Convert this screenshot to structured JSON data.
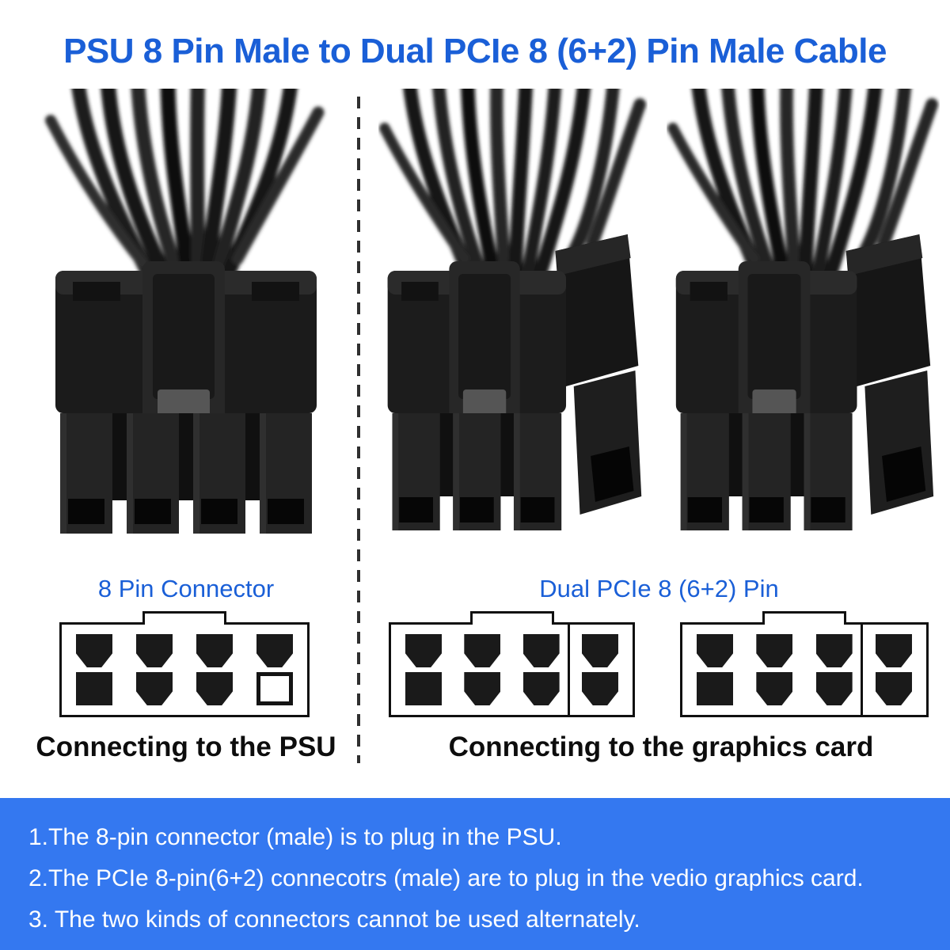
{
  "title": "PSU 8 Pin Male to Dual PCIe 8 (6+2) Pin Male Cable",
  "colors": {
    "title_blue": "#1a5fd7",
    "label_blue": "#1a5fd7",
    "banner_blue": "#3478f0",
    "caption_black": "#0d0d0d",
    "pin_black": "#1a1a1a"
  },
  "left_section": {
    "label": "8 Pin Connector",
    "caption": "Connecting to the PSU",
    "photo_icon": "psu-8pin-male-connector-photo"
  },
  "right_section": {
    "label": "Dual PCIe 8 (6+2) Pin",
    "caption": "Connecting to the graphics card",
    "photo_icon": "pcie-8pin-6plus2-male-connector-photo"
  },
  "notes": [
    "1.The 8-pin connector (male) is to plug in the PSU.",
    "2.The PCIe 8-pin(6+2) connecotrs (male) are to plug in the vedio graphics card.",
    "3. The two kinds of connectors cannot be used alternately."
  ],
  "diagrams": {
    "psu": {
      "rows": [
        [
          "penta",
          "penta",
          "penta",
          "penta"
        ],
        [
          "square",
          "penta",
          "penta",
          "outline"
        ]
      ],
      "divider": false
    },
    "pcie": {
      "rows": [
        [
          "penta",
          "penta",
          "penta",
          "penta"
        ],
        [
          "square",
          "penta",
          "penta",
          "penta"
        ]
      ],
      "divider": true
    }
  }
}
